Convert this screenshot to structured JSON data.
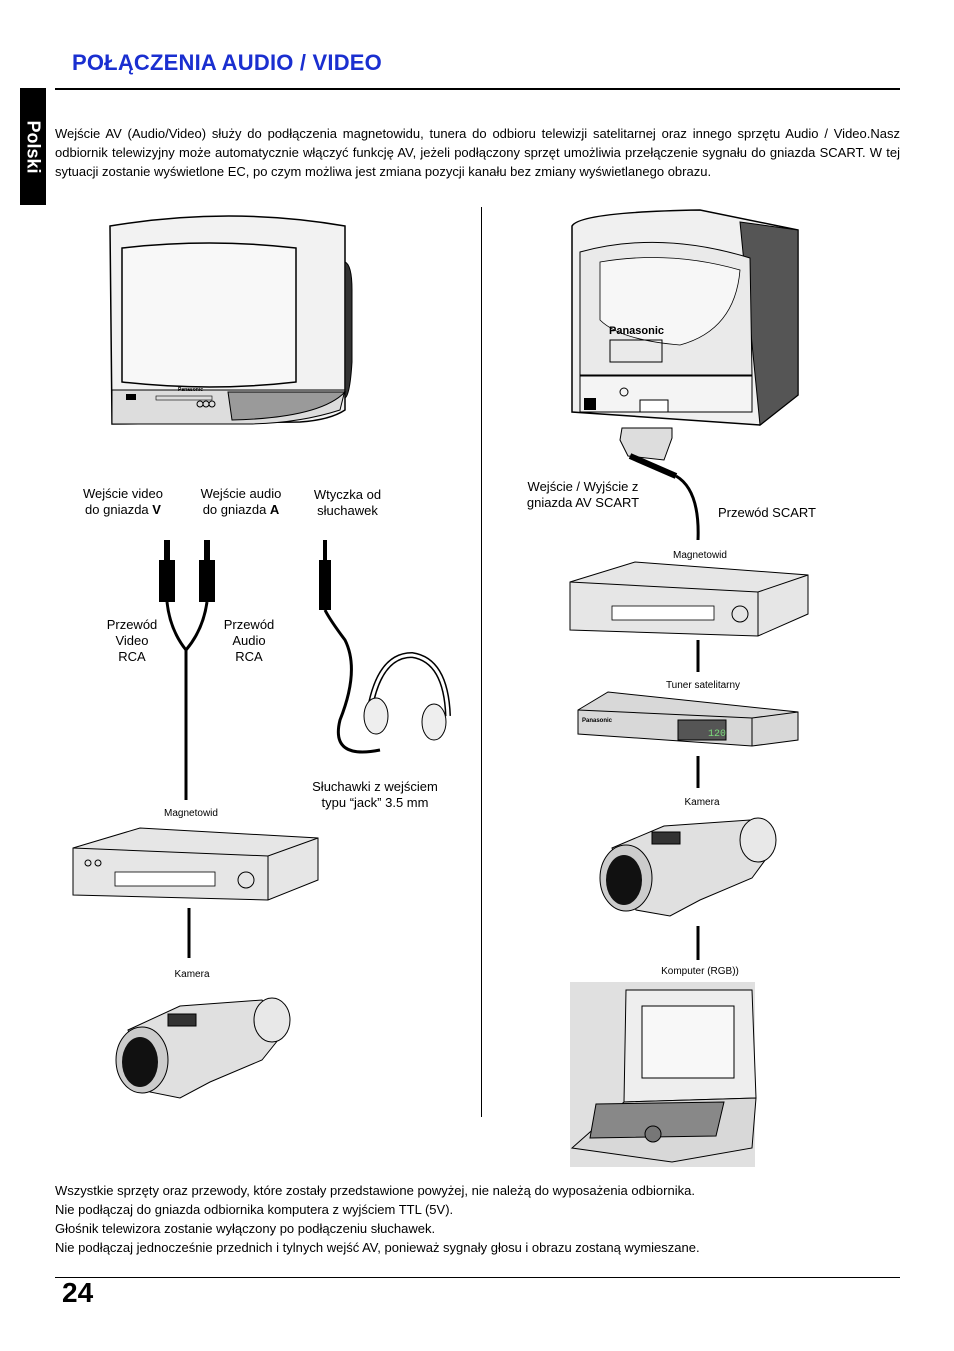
{
  "header": {
    "title": "POŁĄCZENIA AUDIO / VIDEO",
    "side_tab": "Polski"
  },
  "intro": "Wejście AV (Audio/Video) służy do podłączenia magnetowidu, tunera do odbioru telewizji satelitarnej oraz innego sprzętu Audio / Video.Nasz odbiornik telewizyjny może automatycznie włączyć funkcję AV, jeżeli podłączony sprzęt umożliwia przełączenie sygnału do gniazda SCART. W tej sytuacji zostanie wyświetlone EC, po czym możliwa jest zmiana pozycji kanału bez zmiany wyświetlanego obrazu.",
  "left": {
    "video_input_line1": "Wejście video",
    "video_input_line2": "do gniazda ",
    "video_input_letter": "V",
    "audio_input_line1": "Wejście audio",
    "audio_input_line2": "do gniazda ",
    "audio_input_letter": "A",
    "headphone_plug_line1": "Wtyczka od",
    "headphone_plug_line2": "słuchawek",
    "rca_video_line1": "Przewód",
    "rca_video_line2": "Video",
    "rca_video_line3": "RCA",
    "rca_audio_line1": "Przewód",
    "rca_audio_line2": "Audio",
    "rca_audio_line3": "RCA",
    "headphones_line1": "Słuchawki z wejściem",
    "headphones_line2": "typu “jack” 3.5 mm",
    "vcr": "Magnetowid",
    "camera": "Kamera"
  },
  "right": {
    "scart_io_line1": "Wejście / Wyjście z",
    "scart_io_line2": "gniazda AV SCART",
    "scart_cable": "Przewód SCART",
    "vcr": "Magnetowid",
    "sat_tuner": "Tuner satelitarny",
    "camera": "Kamera",
    "computer": "Komputer (RGB))",
    "sat_display": "120"
  },
  "brand": "Panasonic",
  "notes": [
    "Wszystkie sprzęty oraz przewody, które zostały przedstawione powyżej, nie należą do wyposażenia odbiornika.",
    "Nie podłączaj do gniazda odbiornika komputera z wyjściem TTL (5V).",
    "Głośnik telewizora zostanie wyłączony po podłączeniu słuchawek.",
    "Nie podłączaj jednocześnie przednich i tylnych wejść AV, ponieważ sygnały głosu i obrazu zostaną wymieszane."
  ],
  "page_number": "24",
  "colors": {
    "title": "#1a2fd0",
    "text": "#000000",
    "device_fill": "#e6e6e6"
  }
}
